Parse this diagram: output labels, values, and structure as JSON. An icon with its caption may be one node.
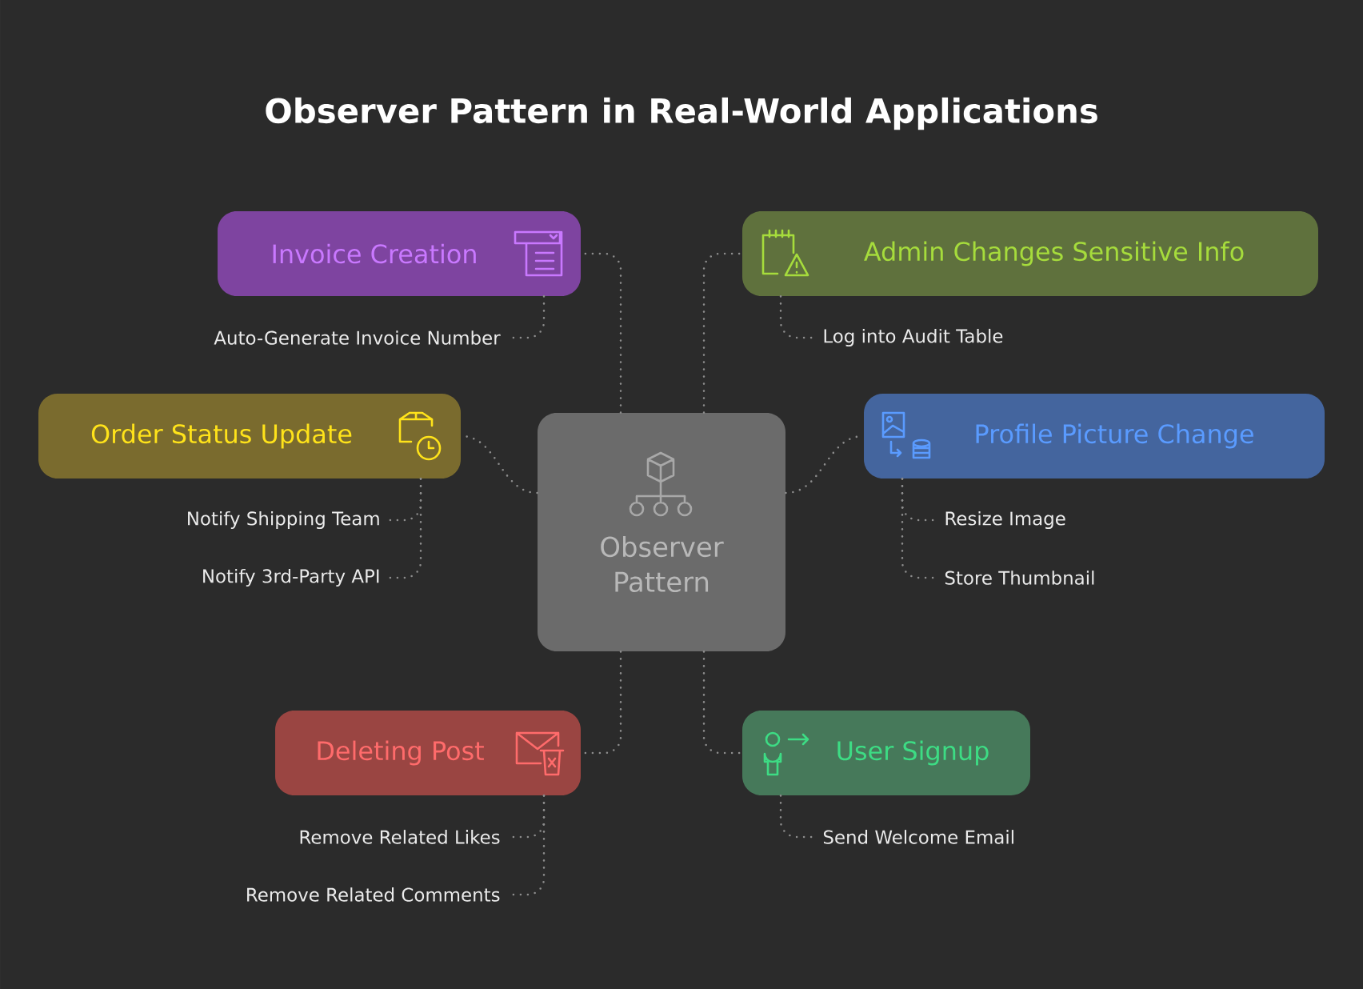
{
  "diagram": {
    "title": "Observer Pattern in Real-World Applications",
    "nodes": [
      {
        "text": [
          "Observer Pattern"
        ]
      },
      {
        "text": [
          "Invoice Creation"
        ]
      },
      {
        "text": [
          "Auto-Generate Invoice Number"
        ]
      },
      {
        "text": [
          "Admin Changes Sensitive Info"
        ]
      },
      {
        "text": [
          "Log into Audit Table"
        ]
      },
      {
        "text": [
          "Order Status Update"
        ]
      },
      {
        "text": [
          "Notify Shipping Team"
        ]
      },
      {
        "text": [
          "Notify 3rd-Party API"
        ]
      },
      {
        "text": [
          "Profile Picture Change"
        ]
      },
      {
        "text": [
          "Resize Image"
        ]
      },
      {
        "text": [
          "Store Thumbnail"
        ]
      },
      {
        "text": [
          "Deleting Post"
        ]
      },
      {
        "text": [
          "Remove Related Likes"
        ]
      },
      {
        "text": [
          "Remove Related Comments"
        ]
      },
      {
        "text": [
          "User Signup"
        ]
      },
      {
        "text": [
          "Send Welcome Email"
        ]
      }
    ],
    "edges": [
      {
        "from": 0,
        "to": 1,
        "arrow": "none"
      },
      {
        "from": 0,
        "to": 3,
        "arrow": "none"
      },
      {
        "from": 0,
        "to": 5,
        "arrow": "none"
      },
      {
        "from": 0,
        "to": 8,
        "arrow": "none"
      },
      {
        "from": 0,
        "to": 11,
        "arrow": "none"
      },
      {
        "from": 0,
        "to": 14,
        "arrow": "none"
      },
      {
        "from": 1,
        "to": 2,
        "arrow": "none"
      },
      {
        "from": 3,
        "to": 4,
        "arrow": "none"
      },
      {
        "from": 5,
        "to": 6,
        "arrow": "none"
      },
      {
        "from": 5,
        "to": 7,
        "arrow": "none"
      },
      {
        "from": 8,
        "to": 9,
        "arrow": "none"
      },
      {
        "from": 8,
        "to": 10,
        "arrow": "none"
      },
      {
        "from": 11,
        "to": 12,
        "arrow": "none"
      },
      {
        "from": 11,
        "to": 13,
        "arrow": "none"
      },
      {
        "from": 14,
        "to": 15,
        "arrow": "none"
      }
    ]
  }
}
